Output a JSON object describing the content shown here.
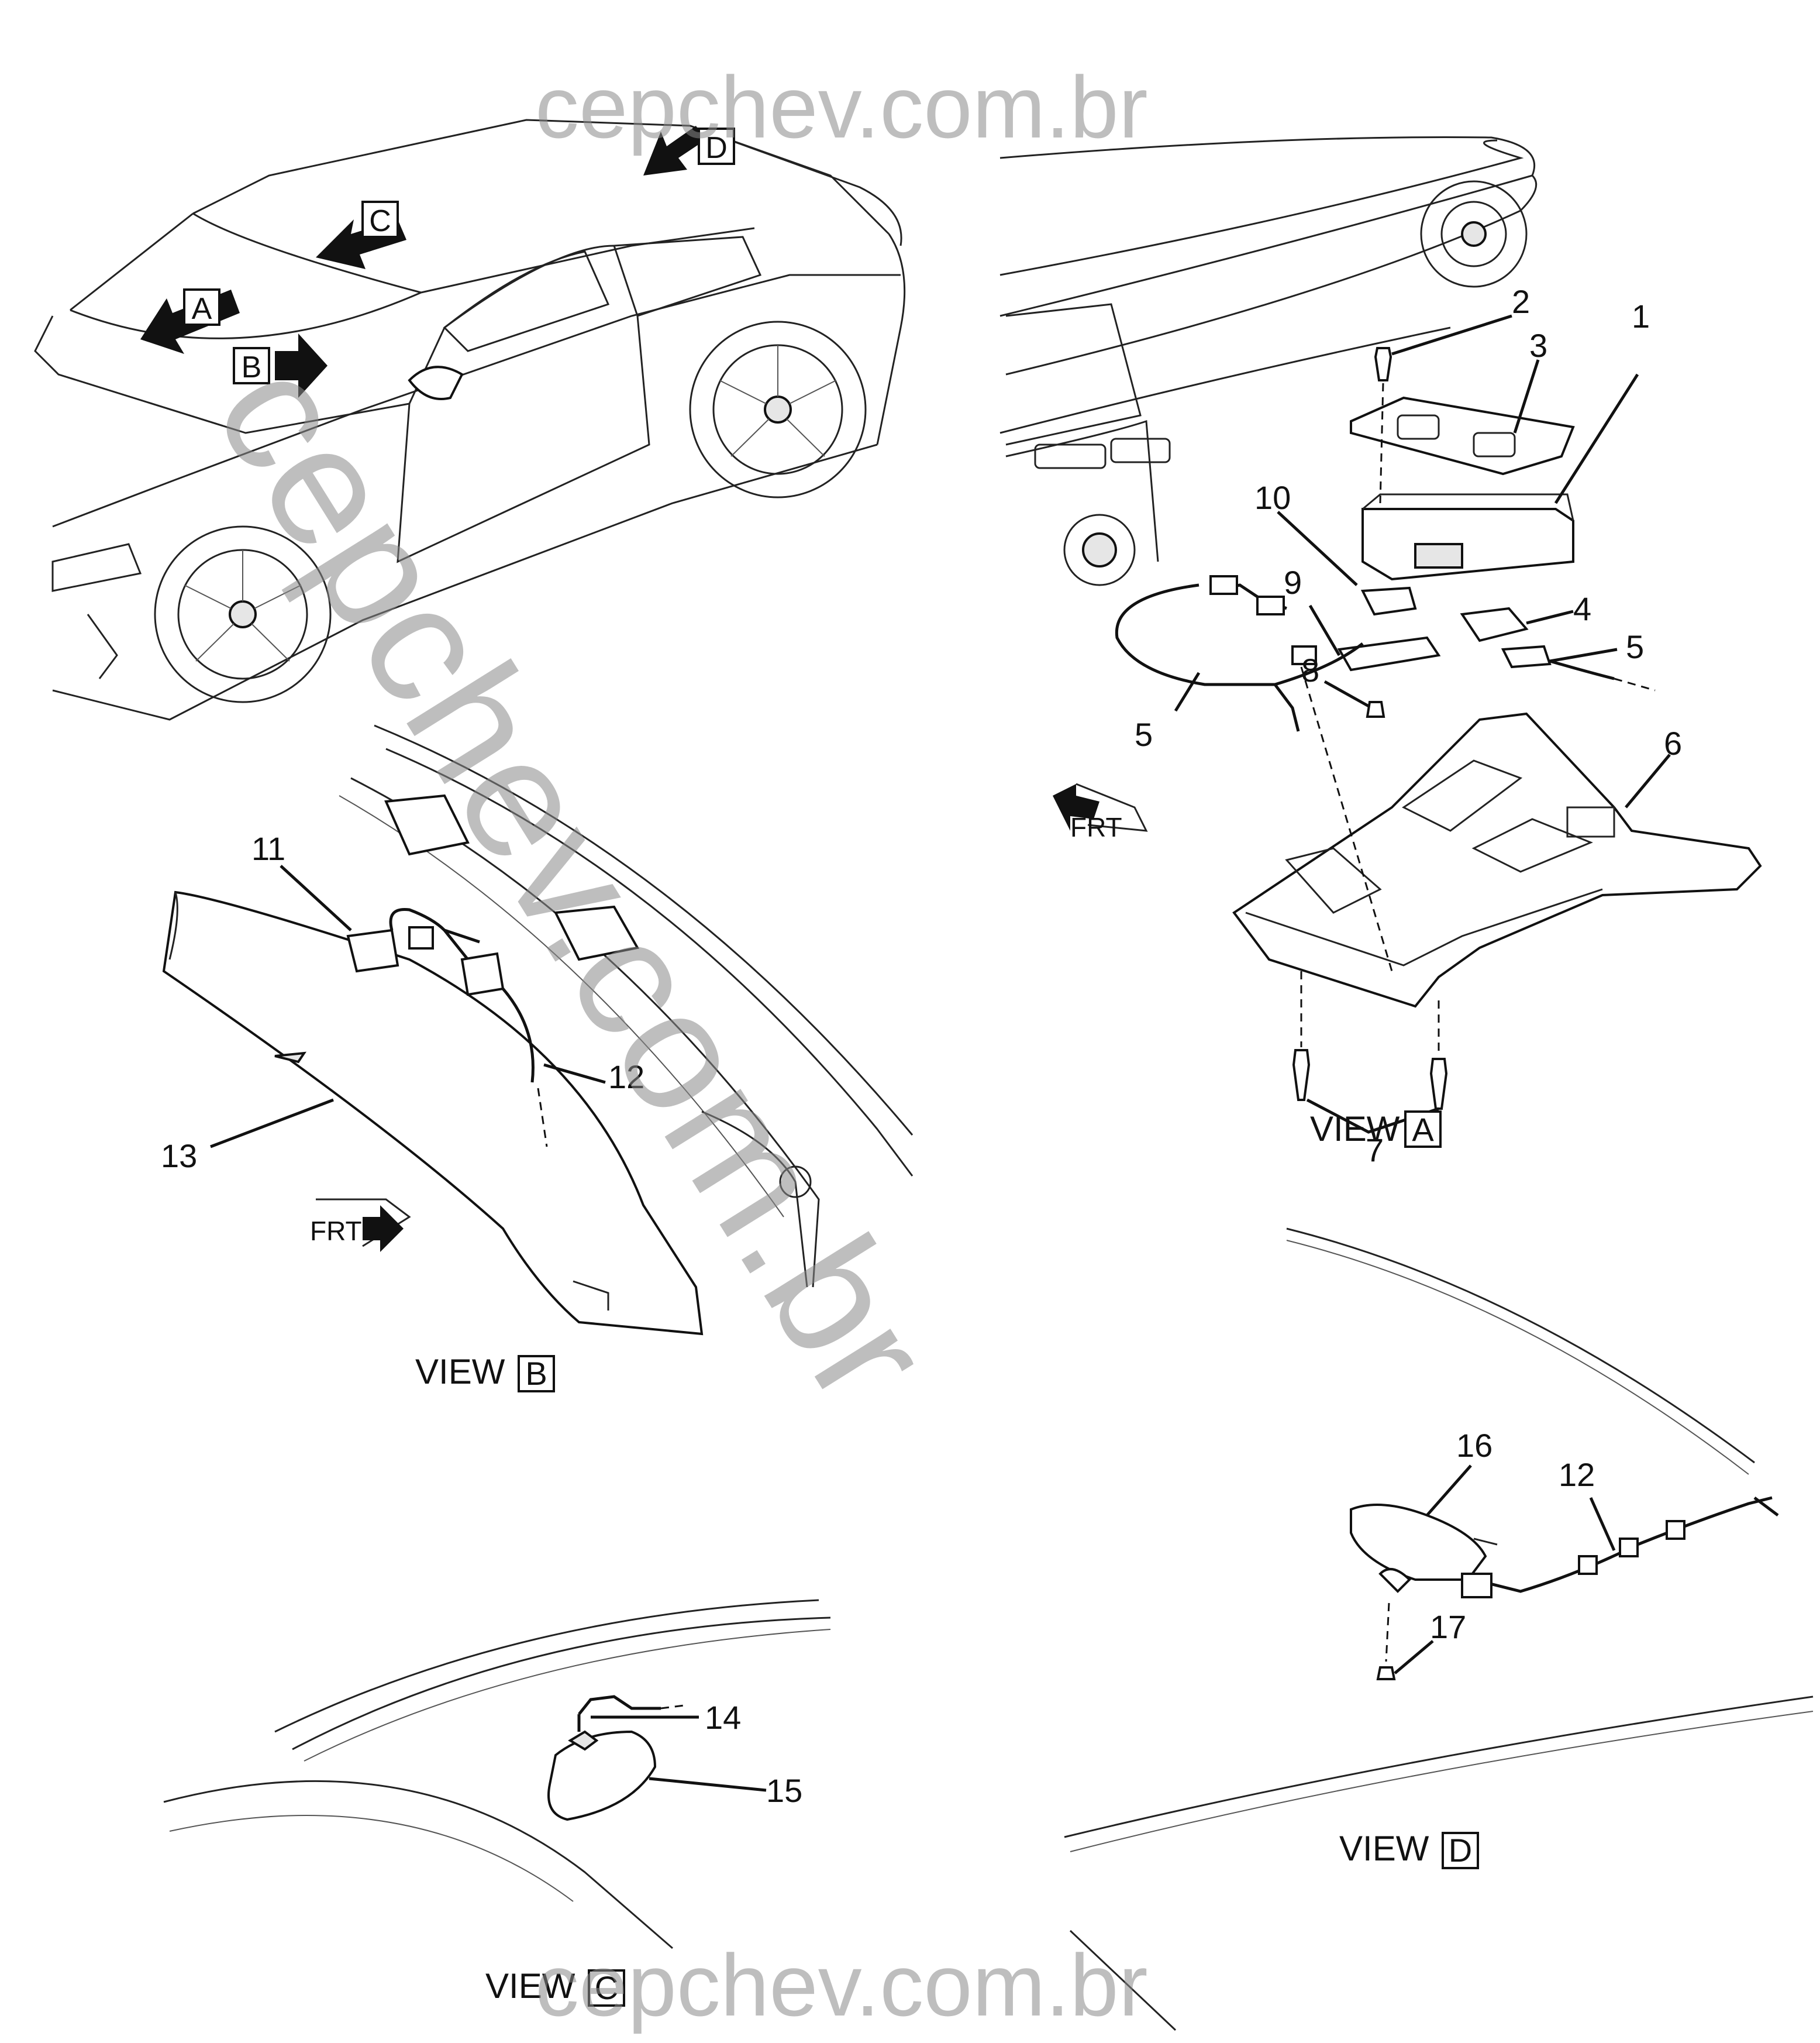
{
  "watermark": {
    "top": "cepchev.com.br",
    "bottom": "cepchev.com.br",
    "diagonal": "cepchev.com.br"
  },
  "overview": {
    "arrows": [
      "A",
      "B",
      "C",
      "D"
    ]
  },
  "views": {
    "A": {
      "prefix": "VIEW",
      "letter": "A",
      "callouts": [
        "1",
        "2",
        "3",
        "4",
        "5",
        "5",
        "6",
        "7",
        "8",
        "9",
        "10"
      ],
      "frt": "FRT"
    },
    "B": {
      "prefix": "VIEW",
      "letter": "B",
      "callouts": [
        "11",
        "12",
        "13"
      ],
      "frt": "FRT"
    },
    "C": {
      "prefix": "VIEW",
      "letter": "C",
      "callouts": [
        "14",
        "15"
      ]
    },
    "D": {
      "prefix": "VIEW",
      "letter": "D",
      "callouts": [
        "16",
        "12",
        "17"
      ]
    }
  }
}
